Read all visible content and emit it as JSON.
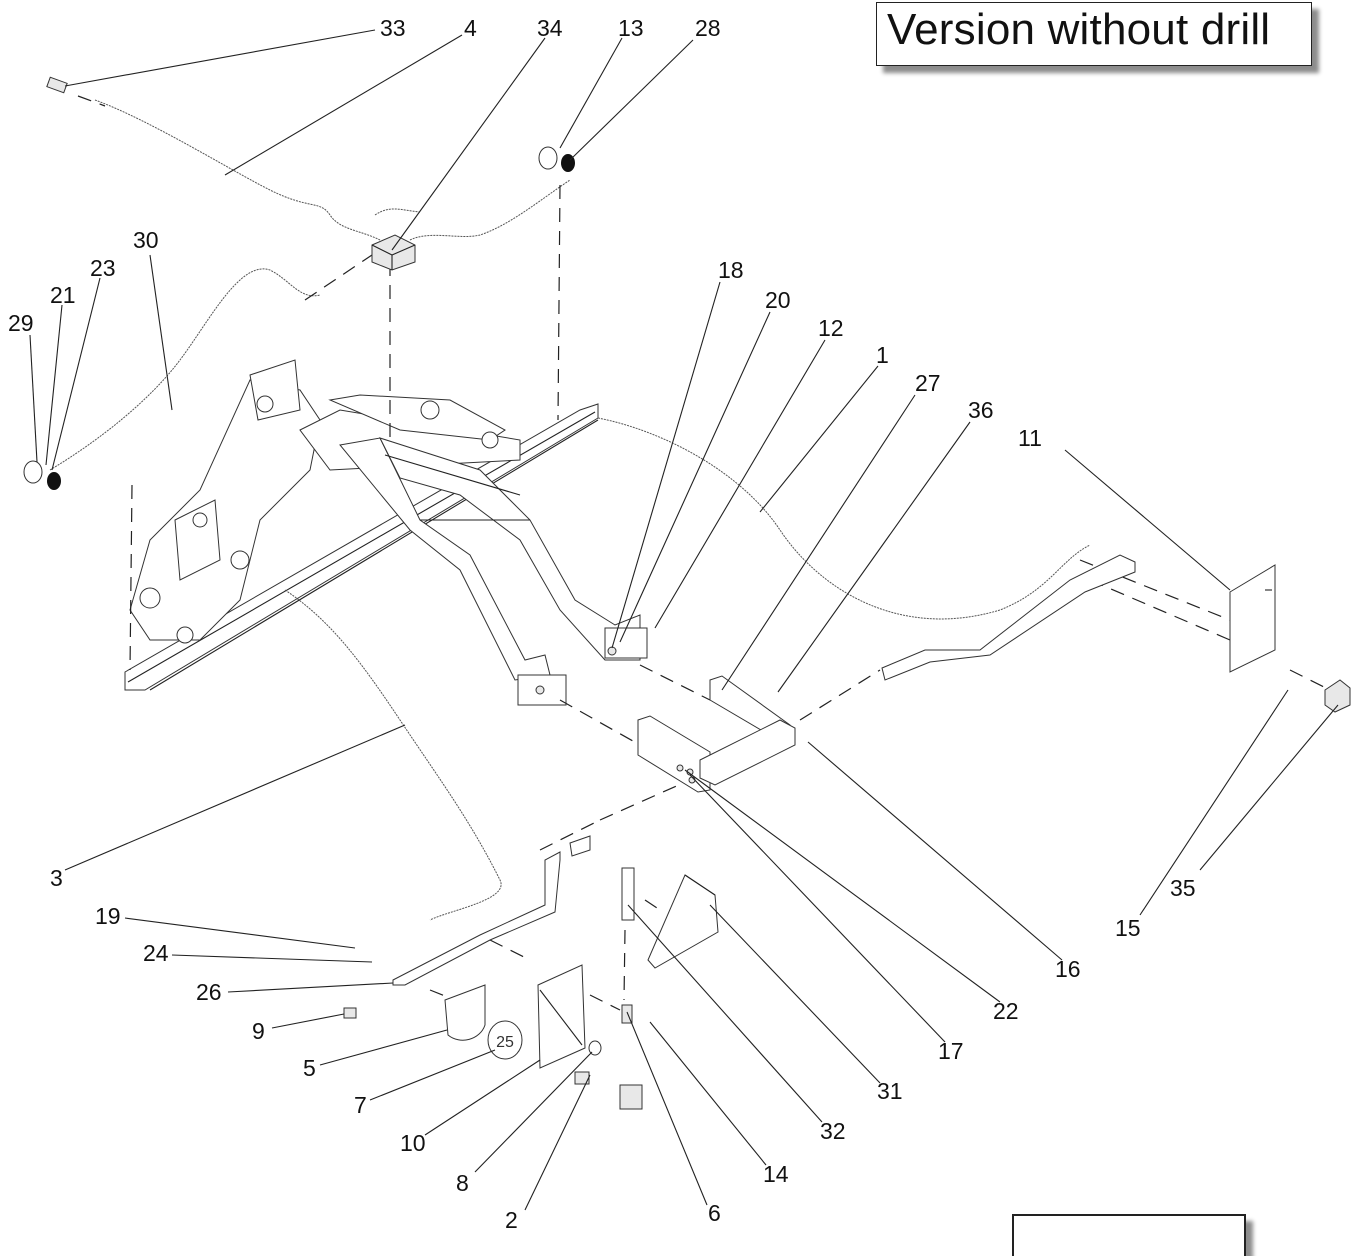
{
  "title": "Version without drill",
  "callouts": [
    {
      "id": "c33",
      "label": "33"
    },
    {
      "id": "c4",
      "label": "4"
    },
    {
      "id": "c34",
      "label": "34"
    },
    {
      "id": "c13",
      "label": "13"
    },
    {
      "id": "c28",
      "label": "28"
    },
    {
      "id": "c30",
      "label": "30"
    },
    {
      "id": "c23",
      "label": "23"
    },
    {
      "id": "c21",
      "label": "21"
    },
    {
      "id": "c29",
      "label": "29"
    },
    {
      "id": "c18",
      "label": "18"
    },
    {
      "id": "c20",
      "label": "20"
    },
    {
      "id": "c12",
      "label": "12"
    },
    {
      "id": "c1",
      "label": "1"
    },
    {
      "id": "c27",
      "label": "27"
    },
    {
      "id": "c36",
      "label": "36"
    },
    {
      "id": "c11",
      "label": "11"
    },
    {
      "id": "c3",
      "label": "3"
    },
    {
      "id": "c19",
      "label": "19"
    },
    {
      "id": "c24",
      "label": "24"
    },
    {
      "id": "c26",
      "label": "26"
    },
    {
      "id": "c9",
      "label": "9"
    },
    {
      "id": "c5",
      "label": "5"
    },
    {
      "id": "c7",
      "label": "7"
    },
    {
      "id": "c10",
      "label": "10"
    },
    {
      "id": "c8",
      "label": "8"
    },
    {
      "id": "c2",
      "label": "2"
    },
    {
      "id": "c6",
      "label": "6"
    },
    {
      "id": "c14",
      "label": "14"
    },
    {
      "id": "c32",
      "label": "32"
    },
    {
      "id": "c31",
      "label": "31"
    },
    {
      "id": "c17",
      "label": "17"
    },
    {
      "id": "c22",
      "label": "22"
    },
    {
      "id": "c16",
      "label": "16"
    },
    {
      "id": "c15",
      "label": "15"
    },
    {
      "id": "c35",
      "label": "35"
    }
  ],
  "sign_label": "25"
}
